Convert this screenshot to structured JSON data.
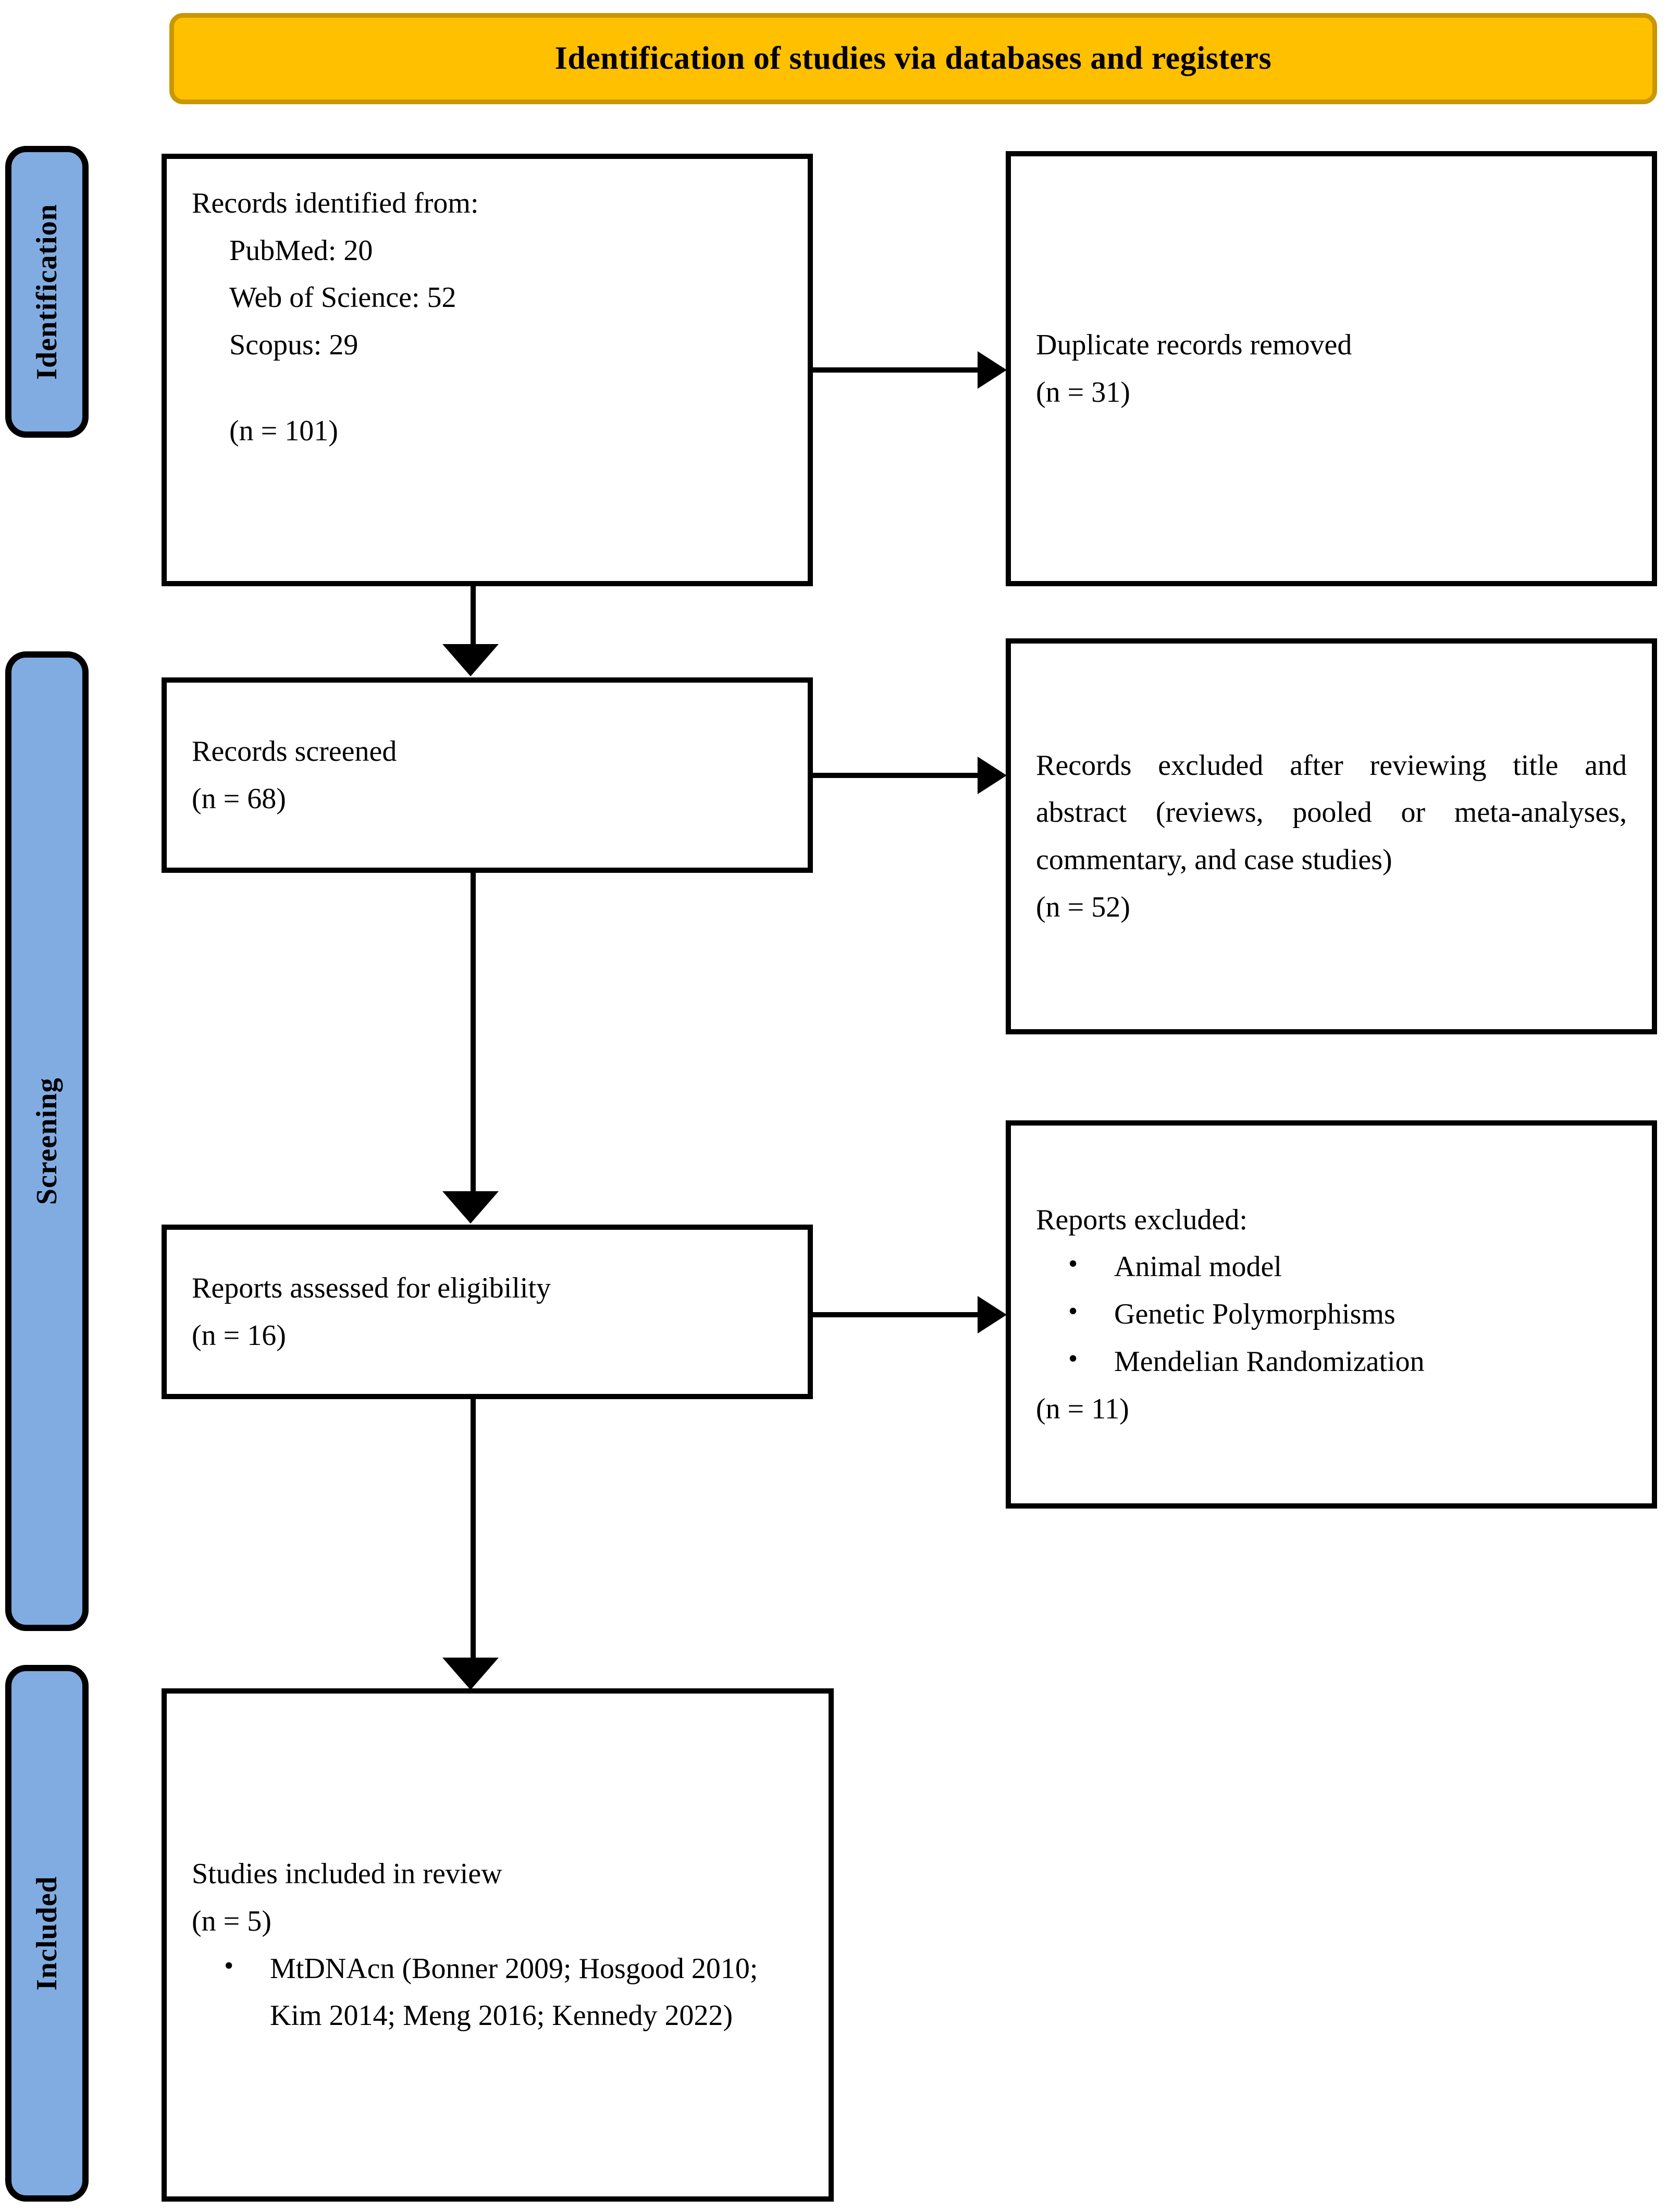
{
  "banner": {
    "title": "Identification of studies via databases and registers"
  },
  "stages": [
    {
      "id": "identification",
      "label": "Identification"
    },
    {
      "id": "screening",
      "label": "Screening"
    },
    {
      "id": "included",
      "label": "Included"
    }
  ],
  "boxes": {
    "identified": {
      "heading": "Records identified from:",
      "sources": [
        "PubMed: 20",
        "Web of Science: 52",
        "Scopus: 29"
      ],
      "count": "(n = 101)"
    },
    "duplicates": {
      "text": "Duplicate records removed",
      "count": "(n = 31)"
    },
    "screened": {
      "text": "Records screened",
      "count": "(n = 68)"
    },
    "excluded_screening": {
      "text": "Records excluded after reviewing title and abstract (reviews, pooled or meta-analyses, commentary, and case studies)",
      "count": "(n = 52)"
    },
    "eligibility": {
      "text": "Reports assessed for eligibility",
      "count": "(n = 16)"
    },
    "excluded_reports": {
      "heading": "Reports excluded:",
      "reasons": [
        "Animal model",
        "Genetic Polymorphisms",
        "Mendelian Randomization"
      ],
      "count": "(n = 11)"
    },
    "included": {
      "text": "Studies included in review",
      "count": "(n = 5)",
      "items": [
        "MtDNAcn (Bonner 2009; Hosgood 2010; Kim 2014; Meng 2016; Kennedy 2022)"
      ]
    }
  },
  "colors": {
    "banner_fill": "#FFC000",
    "banner_border": "#C99700",
    "stage_fill": "#81ACE2",
    "line": "#000000"
  }
}
